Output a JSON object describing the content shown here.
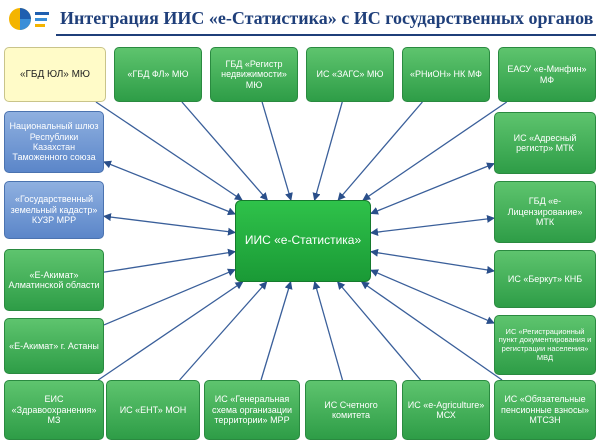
{
  "header": {
    "title": "Интеграция ИИС «е-Статистика» с ИС государственных органов"
  },
  "colors": {
    "green": "#3aaa50",
    "blue": "#6b93d2",
    "yellow": "#fffbc8",
    "title": "#1f3f7a"
  },
  "center": {
    "label": "ИИС «е-Статистика»"
  },
  "nodes": [
    {
      "id": "gbd-ul-myu",
      "label": "«ГБД ЮЛ» МЮ"
    },
    {
      "id": "gbd-fl-myu",
      "label": "«ГБД ФЛ» МЮ"
    },
    {
      "id": "gbd-registr-nedvizhimosti",
      "label": "ГБД «Регистр недвижимости» МЮ"
    },
    {
      "id": "is-zags-myu",
      "label": "ИС «ЗАГС» МЮ"
    },
    {
      "id": "rnion-nk-mf",
      "label": "«РНиОН» НК МФ"
    },
    {
      "id": "easu-e-minfin",
      "label": "ЕАСУ «е-Минфин» МФ"
    },
    {
      "id": "shluz-tamozhennyi-soyuz",
      "label": "Национальный шлюз Республики Казахстан Таможенного союза"
    },
    {
      "id": "zemelnyi-kadastr",
      "label": "«Государственный земельный кадастр» КУЗР МРР"
    },
    {
      "id": "e-akimat-almaty",
      "label": "«Е-Акимат» Алматинской области"
    },
    {
      "id": "e-akimat-astana",
      "label": "«Е-Акимат» г. Астаны"
    },
    {
      "id": "eis-zdravoohranenie",
      "label": "ЕИС «Здравоохранения» МЗ"
    },
    {
      "id": "is-ent-mon",
      "label": "ИС «ЕНТ» МОН"
    },
    {
      "id": "genshema-territorii",
      "label": "ИС «Генеральная схема организации территории» МРР"
    },
    {
      "id": "is-schetnogo-komiteta",
      "label": "ИС Счетного комитета"
    },
    {
      "id": "is-e-agriculture",
      "label": "ИС «е-Agriculture» МСХ"
    },
    {
      "id": "is-obyazatelnye-vznosy",
      "label": "ИС «Обязательные пенсионные взносы» МТСЗН"
    },
    {
      "id": "is-adresnyi-registr",
      "label": "ИС «Адресный регистр» МТК"
    },
    {
      "id": "gbd-e-licenzirovanie",
      "label": "ГБД «е-Лицензирование» МТК"
    },
    {
      "id": "is-berkut-knb",
      "label": "ИС «Беркут» КНБ"
    },
    {
      "id": "registracionnyi-punkt-mvd",
      "label": "ИС «Регистрационный пункт документирования и регистрации населения» МВД"
    }
  ]
}
